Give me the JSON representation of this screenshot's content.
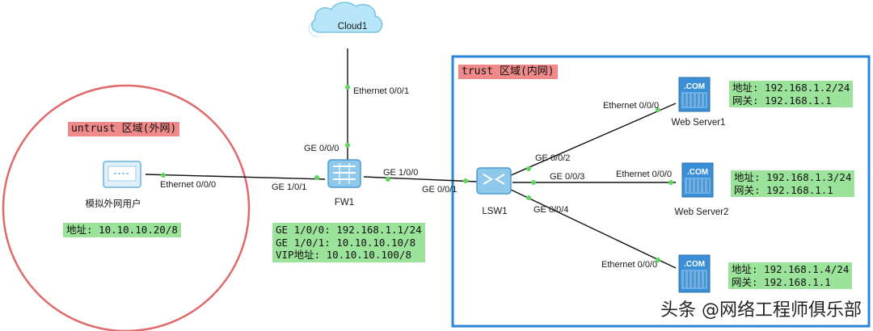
{
  "zones": {
    "untrust": {
      "label": "untrust 区域(外网)",
      "border_color": "#e06a6a"
    },
    "trust": {
      "label": "trust 区域(内网)",
      "border_color": "#2a86d8"
    }
  },
  "devices": {
    "cloud": {
      "name": "Cloud1"
    },
    "pc": {
      "name": "模拟外网用户"
    },
    "fw": {
      "name": "FW1"
    },
    "lsw": {
      "name": "LSW1"
    },
    "ws1": {
      "name": "Web Server1",
      "badge": ".COM"
    },
    "ws2": {
      "name": "Web Server2",
      "badge": ".COM"
    },
    "ws3": {
      "name": "",
      "badge": ".COM"
    }
  },
  "ports": {
    "cloud_eth": "Ethernet 0/0/1",
    "fw_ge000": "GE 0/0/0",
    "pc_eth": "Ethernet 0/0/0",
    "fw_ge101": "GE 1/0/1",
    "fw_ge100": "GE 1/0/0",
    "lsw_ge001": "GE 0/0/1",
    "lsw_ge002": "GE 0/0/2",
    "lsw_ge003": "GE 0/0/3",
    "lsw_ge004": "GE 0/0/4",
    "ws1_eth": "Ethernet 0/0/0",
    "ws2_eth": "Ethernet 0/0/0",
    "ws3_eth": "Ethernet 0/0/0"
  },
  "info": {
    "pc": {
      "addr": "地址: 10.10.10.20/8"
    },
    "fw": {
      "line1": "GE 1/0/0: 192.168.1.1/24",
      "line2": "GE 1/0/1: 10.10.10.10/8",
      "line3": "VIP地址: 10.10.10.100/8"
    },
    "ws1": {
      "addr": "地址: 192.168.1.2/24",
      "gw": "网关: 192.168.1.1"
    },
    "ws2": {
      "addr": "地址: 192.168.1.3/24",
      "gw": "网关: 192.168.1.1"
    },
    "ws3": {
      "addr": "地址: 192.168.1.4/24",
      "gw": "网关: 192.168.1.1"
    }
  },
  "watermark": "头条 @网络工程师俱乐部",
  "colors": {
    "info_bg": "#9be39b",
    "zone_label_bg": "#f08a8a",
    "link_dot": "#5cd65c",
    "server_blue": "#3a8fd6"
  }
}
